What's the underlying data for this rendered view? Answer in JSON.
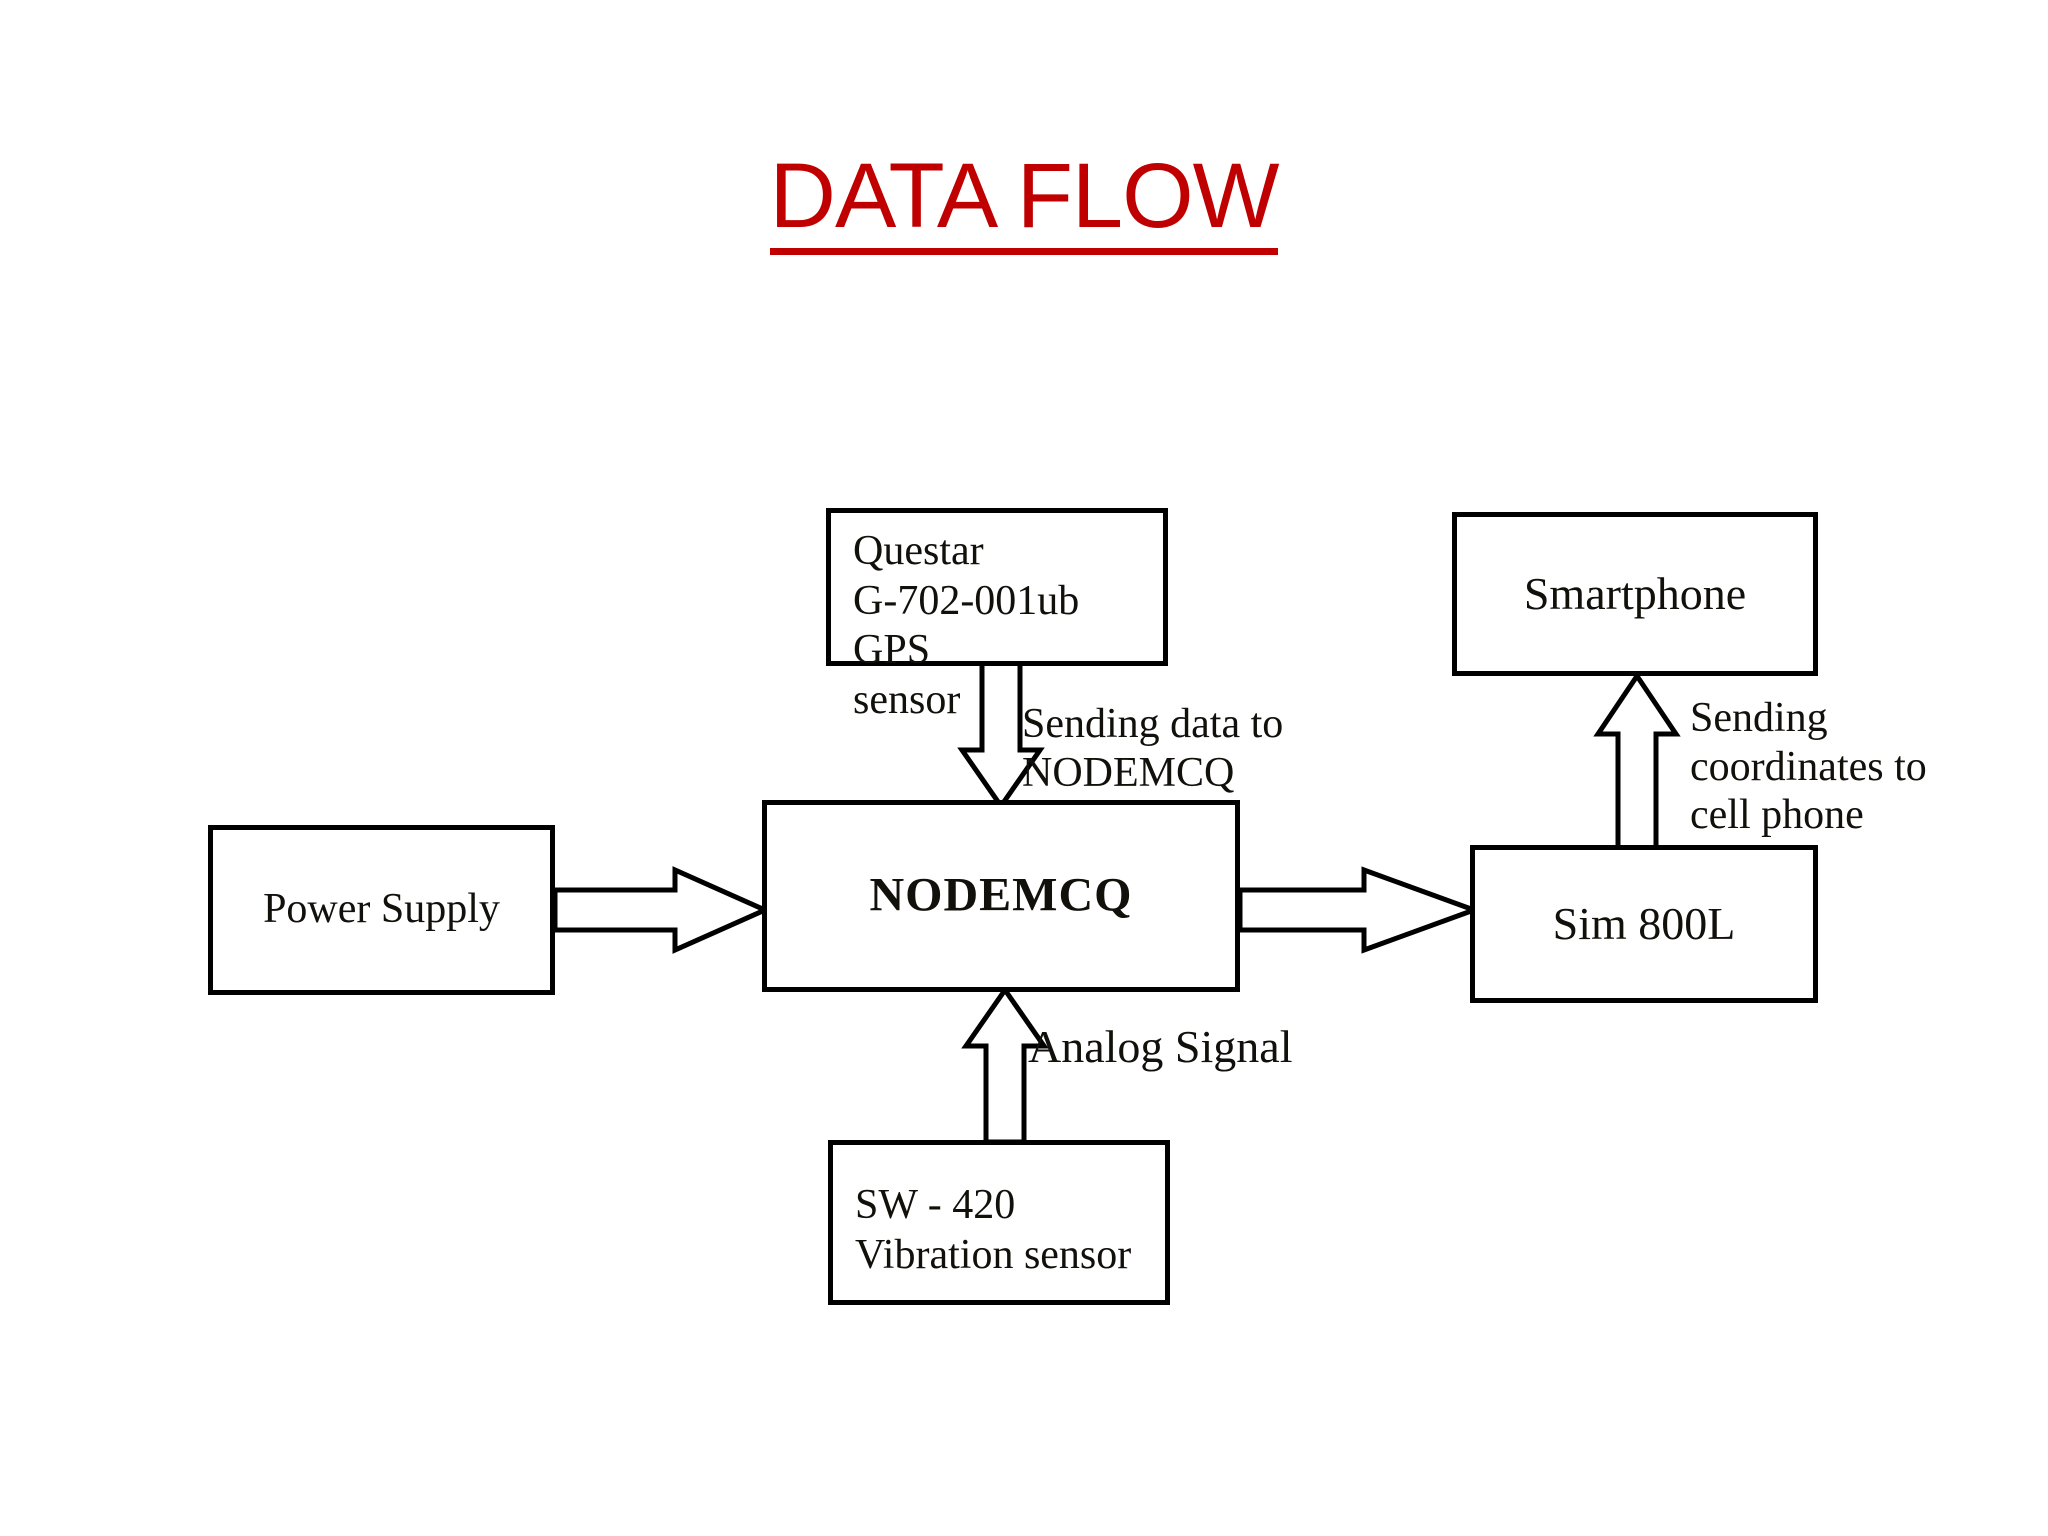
{
  "title": {
    "text": "DATA FLOW",
    "color": "#C00000",
    "underlined": true
  },
  "diagram": {
    "type": "block-flow-diagram",
    "nodes": [
      {
        "id": "power-supply",
        "label": "Power Supply"
      },
      {
        "id": "gps-sensor",
        "label": "Questar\nG-702-001ub GPS\nsensor"
      },
      {
        "id": "nodemcq",
        "label": "NODEMCQ"
      },
      {
        "id": "vibration-sensor",
        "label": "SW - 420\nVibration sensor"
      },
      {
        "id": "sim800l",
        "label": "Sim 800L"
      },
      {
        "id": "smartphone",
        "label": "Smartphone"
      }
    ],
    "edges": [
      {
        "from": "power-supply",
        "to": "nodemcq",
        "label": "",
        "direction": "right"
      },
      {
        "from": "gps-sensor",
        "to": "nodemcq",
        "label": "Sending data to\nNODEMCQ",
        "direction": "down"
      },
      {
        "from": "vibration-sensor",
        "to": "nodemcq",
        "label": "Analog Signal",
        "direction": "up"
      },
      {
        "from": "nodemcq",
        "to": "sim800l",
        "label": "",
        "direction": "right"
      },
      {
        "from": "sim800l",
        "to": "smartphone",
        "label": "Sending\ncoordinates to\ncell phone",
        "direction": "up"
      }
    ],
    "edge_labels": {
      "gps_to_node": "Sending data to\nNODEMCQ",
      "vibration_to_node": "Analog Signal",
      "sim_to_phone": "Sending\ncoordinates to\ncell phone"
    }
  }
}
